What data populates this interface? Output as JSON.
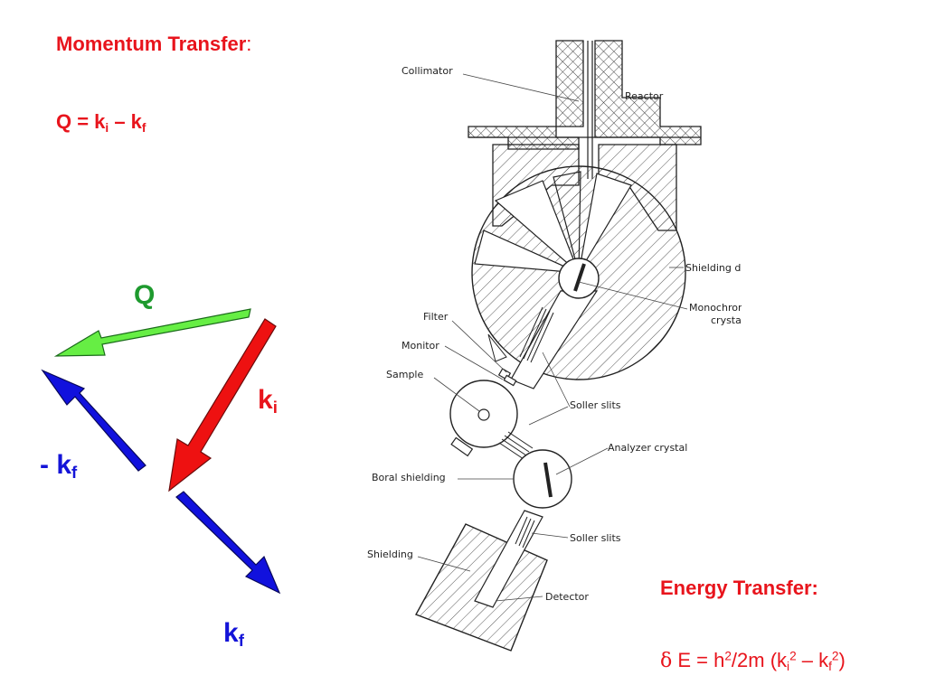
{
  "momentum": {
    "title": "Momentum Transfer",
    "colon": ":",
    "eq_prefix": "Q = k",
    "eq_sub1": "i",
    "eq_mid": " – k",
    "eq_sub2": "f"
  },
  "vectors": {
    "q_label": "Q",
    "ki_base": "k",
    "ki_sub": "i",
    "minus_kf_base": "- k",
    "minus_kf_sub": "f",
    "kf_base": "k",
    "kf_sub": "f"
  },
  "energy": {
    "title": "Energy Transfer:",
    "delta": "δ",
    "eq_a": " E = h",
    "sup_a": "2",
    "eq_b": "/2m (k",
    "sub_i": "i",
    "sup_b": "2",
    "eq_c": " – k",
    "sub_f": "f",
    "sup_c": "2",
    "eq_d": ")"
  },
  "instrument_labels": {
    "collimator": "Collimator",
    "reactor": "Reactor",
    "shielding_drum": "Shielding drum",
    "monochromator_1": "Monochromator",
    "monochromator_2": "crystal",
    "filter": "Filter",
    "monitor": "Monitor",
    "sample": "Sample",
    "soller_slits_1": "Soller slits",
    "analyzer_crystal": "Analyzer crystal",
    "boral_shielding": "Boral shielding",
    "soller_slits_2": "Soller slits",
    "shielding": "Shielding",
    "detector": "Detector"
  },
  "colors": {
    "red": "#e8141c",
    "green": "#1e9a2e",
    "blue": "#1414d8",
    "arrow_green": "#66ee44",
    "arrow_red": "#ee1111",
    "arrow_blue": "#1111dd"
  }
}
